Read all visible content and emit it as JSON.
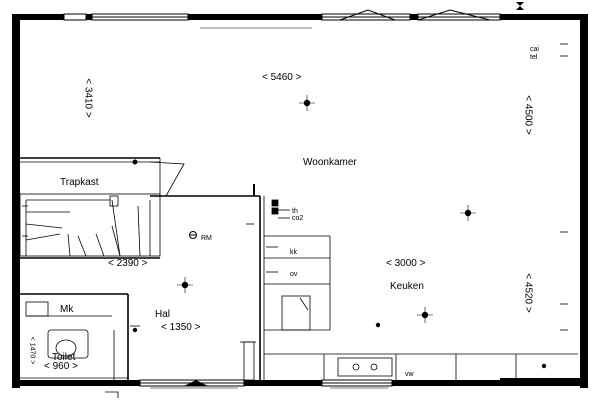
{
  "rooms": {
    "woonkamer": "Woonkamer",
    "trapkast": "Trapkast",
    "keuken": "Keuken",
    "hal": "Hal",
    "toilet": "Toilet"
  },
  "dimensions": {
    "woonkamer_width": "< 5460 >",
    "left_height": "< 3410 >",
    "right_upper_height": "< 4500 >",
    "right_lower_height": "< 4520 >",
    "trap_width": "< 2390 >",
    "keuken_width": "< 3000 >",
    "hal_width": "< 1350 >",
    "toilet_width": "< 960 >",
    "toilet_height": "< 1470 >"
  },
  "labels": {
    "cai": "cai",
    "tel": "tel",
    "th": "th",
    "co2": "co2",
    "rm": "RM",
    "kk": "kk",
    "ov": "ov",
    "mk": "Mk",
    "vw": "vw"
  },
  "colors": {
    "wall": "#000000",
    "line": "#000000",
    "thin": "#555555"
  },
  "icons": {
    "ceiling_light": "ceiling-light-icon",
    "smoke_detector": "smoke-detector-icon"
  }
}
